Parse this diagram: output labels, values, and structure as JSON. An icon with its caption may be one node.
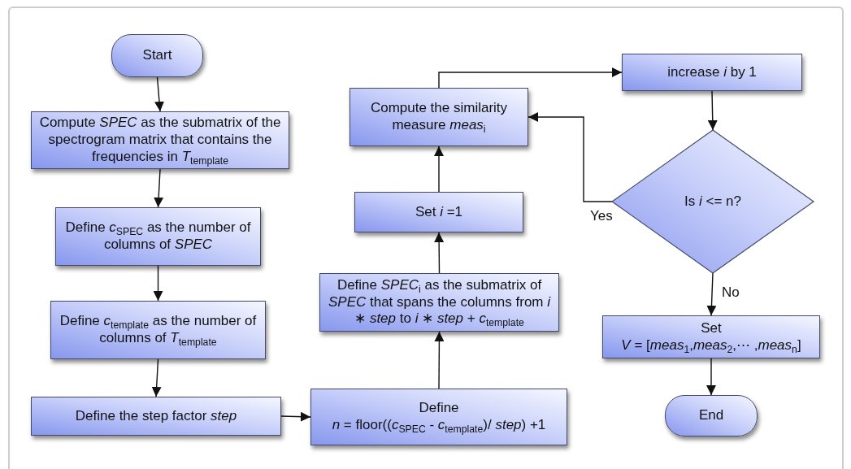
{
  "diagram": {
    "nodes": [
      {
        "text": [
          "Start"
        ]
      },
      {
        "text": [
          "Compute *SPEC* as the submatrix of the spectrogram matrix that contains the frequencies in *T*$_{template}$"
        ]
      },
      {
        "text": [
          "Define *c*$_{SPEC}$ as the number of columns of *SPEC*"
        ]
      },
      {
        "text": [
          "Define *c*$_{template}$ as the number of columns of *T*$_{template}$"
        ]
      },
      {
        "text": [
          "Define the step factor *step*"
        ]
      },
      {
        "text": [
          "Define",
          "*n* = floor((*c*$_{SPEC}$ - *c*$_{template}$)/ *step*) +1"
        ]
      },
      {
        "text": [
          "Define *SPEC*$_{i}$ as the submatrix of *SPEC* that spans the columns from *i* ∗ *step* to *i* ∗ *step* + *c*$_{template}$"
        ]
      },
      {
        "text": [
          "Set *i* =1"
        ]
      },
      {
        "text": [
          "Compute the similarity measure *meas*$_{i}$"
        ]
      },
      {
        "text": [
          "increase *i* by 1"
        ]
      },
      {
        "text": [
          "Is *i* <= n?"
        ]
      },
      {
        "text": [
          "Set",
          "*V* = [*meas*$_{1}$,*meas*$_{2}$,⋯ ,*meas*$_{n}$]"
        ]
      },
      {
        "text": [
          "End"
        ]
      }
    ],
    "edges": [
      {
        "from": 0,
        "to": 1,
        "arrow": "to"
      },
      {
        "from": 1,
        "to": 2,
        "arrow": "to"
      },
      {
        "from": 2,
        "to": 3,
        "arrow": "to"
      },
      {
        "from": 3,
        "to": 4,
        "arrow": "to"
      },
      {
        "from": 4,
        "to": 5,
        "arrow": "to"
      },
      {
        "from": 5,
        "to": 6,
        "arrow": "to"
      },
      {
        "from": 6,
        "to": 7,
        "arrow": "to"
      },
      {
        "from": 7,
        "to": 8,
        "arrow": "to"
      },
      {
        "from": 8,
        "to": 9,
        "arrow": "to"
      },
      {
        "from": 9,
        "to": 10,
        "arrow": "to"
      },
      {
        "from": 10,
        "to": 8,
        "arrow": "to",
        "label": "Yes"
      },
      {
        "from": 10,
        "to": 11,
        "arrow": "to",
        "label": "No"
      },
      {
        "from": 11,
        "to": 12,
        "arrow": "to"
      }
    ]
  }
}
